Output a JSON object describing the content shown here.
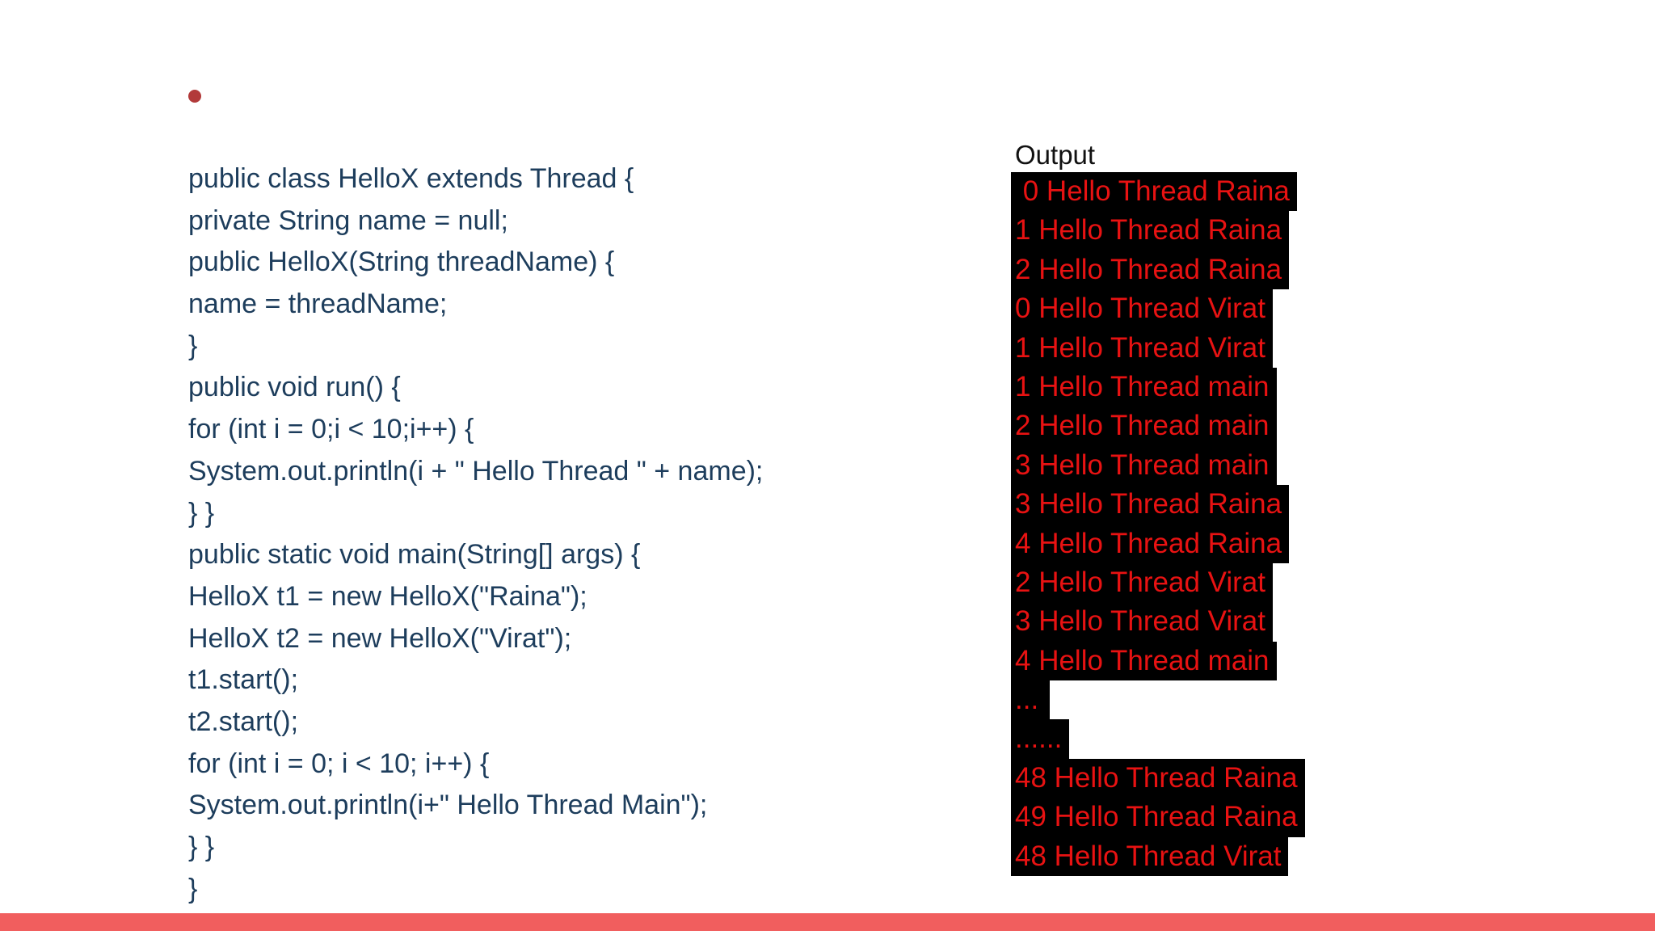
{
  "colors": {
    "background": "#ffffff",
    "bullet": "#b23a3a",
    "code_text": "#1d3d5c",
    "output_title": "#111111",
    "output_text": "#e81212",
    "output_highlight": "#000000",
    "footer": "#f15e5e"
  },
  "code": {
    "lines": [
      "public class HelloX extends Thread {",
      "private String name = null;",
      "public HelloX(String threadName) {",
      "name = threadName;",
      "}",
      "public void run() {",
      "for (int i = 0;i < 10;i++) {",
      "System.out.println(i + \" Hello Thread \" + name);",
      "} }",
      "public static void main(String[] args) {",
      "HelloX t1 = new HelloX(\"Raina\");",
      "HelloX t2 = new HelloX(\"Virat\");",
      "t1.start();",
      "t2.start();",
      "for (int i = 0; i < 10; i++) {",
      "System.out.println(i+\" Hello Thread Main\");",
      "} }",
      "}"
    ]
  },
  "output": {
    "title": "Output",
    "lines": [
      " 0 Hello Thread Raina",
      "1 Hello Thread Raina",
      "2 Hello Thread Raina",
      "0 Hello Thread Virat",
      "1 Hello Thread Virat",
      "1 Hello Thread main",
      "2 Hello Thread main",
      "3 Hello Thread main",
      "3 Hello Thread Raina",
      "4 Hello Thread Raina",
      "2 Hello Thread Virat",
      "3 Hello Thread Virat",
      "4 Hello Thread main",
      "...",
      "......",
      "48 Hello Thread Raina",
      "49 Hello Thread Raina",
      "48 Hello Thread Virat"
    ]
  }
}
